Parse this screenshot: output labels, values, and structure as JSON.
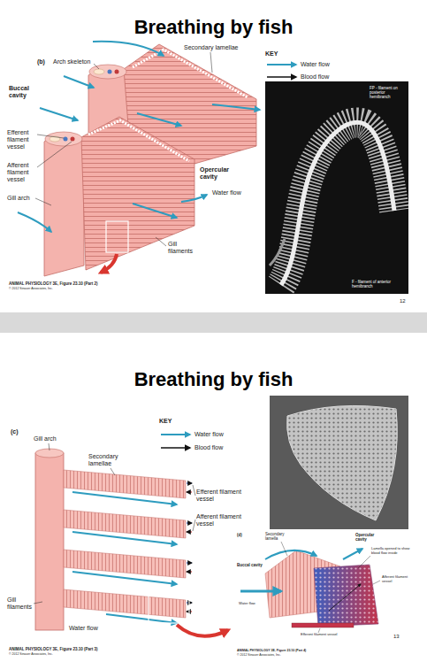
{
  "diagram": {
    "title": "Breathing by fish",
    "labels": [
      "(b)",
      "Arch skeleton",
      "Secondary lamellae",
      "KEY",
      "Buccal cavity",
      "Efferent filament vessel",
      "Afferent filament vessel",
      "Gill arch",
      "Opercular cavity",
      "Water flow",
      "Gill filaments",
      "FP - filament on posterior hemibranch",
      "F - filament of anterior hemibranch",
      "ANIMAL PHYSIOLOGY 3E, Figure 23.10 (Part 2)",
      "© 2012 Sinauer Associates, Inc.",
      "12",
      "Breathing by fish",
      "(c)",
      "KEY",
      "Gill arch",
      "Secondary lamellae",
      "Efferent filament vessel",
      "Afferent filament vessel",
      "Gill filaments",
      "Water flow",
      "ANIMAL PHYSIOLOGY 3E, Figure 23.10 (Part 3)",
      "© 2012 Sinauer Associates, Inc.",
      "(d)",
      "Secondary lamella",
      "Opercular cavity",
      "Lamella opened to show blood flow inside",
      "Buccal cavity",
      "Afferent filament vessel",
      "Water flow",
      "Efferent filament vessel",
      "ANIMAL PHYSIOLOGY 3E, Figure 23.10 (Part 4)",
      "© 2012 Sinauer Associates, Inc.",
      "13"
    ],
    "legend": [
      {
        "text": "Water flow"
      },
      {
        "text": "Blood flow"
      },
      {
        "text": "Water flow"
      },
      {
        "text": "Blood flow"
      }
    ]
  }
}
